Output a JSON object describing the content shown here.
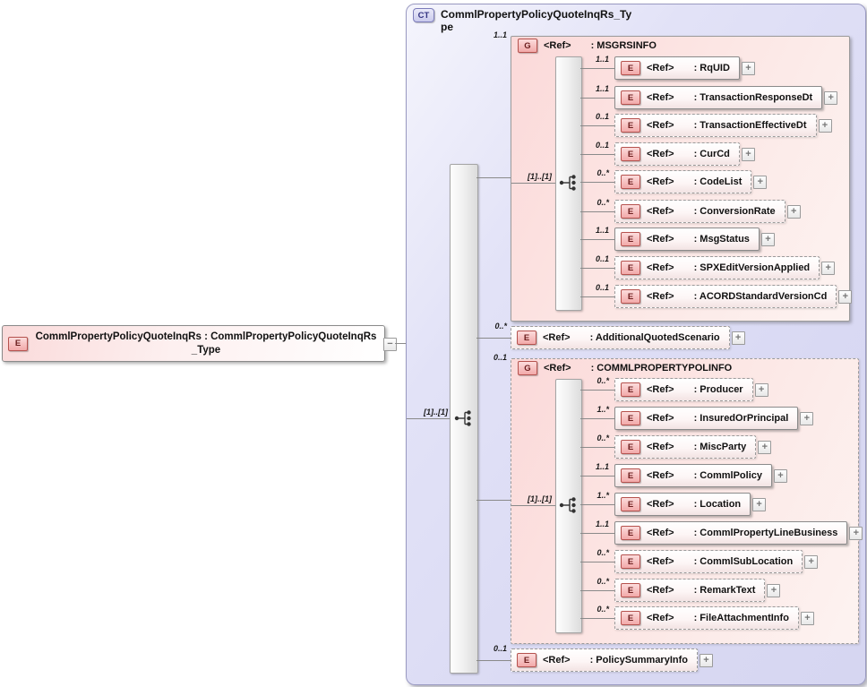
{
  "icons": {
    "expand": "+",
    "collapse": "−"
  },
  "colors": {
    "container_fill": "#d9d9f3",
    "container_border": "#9a9ac2",
    "group_fill": "#fbd9d9",
    "badge_fill": "#f2a9a9",
    "badge_border": "#b5524e",
    "ct_badge_fill": "#c9c9ec",
    "ct_badge_border": "#7c7cba",
    "connector": "#8a8a8a"
  },
  "root_element": {
    "badge": "E",
    "label": "CommlPropertyPolicyQuoteInqRs : CommlPropertyPolicyQuoteInqRs_Type"
  },
  "complex_type": {
    "badge": "CT",
    "title": "CommlPropertyPolicyQuoteInqRs_Type",
    "occurrence": "[1]..[1]",
    "children": [
      {
        "kind": "group",
        "badge": "G",
        "ref": "<Ref>",
        "name": ": MSGRSINFO",
        "cardinality": "1..1",
        "occurrence": "[1]..[1]",
        "children": [
          {
            "badge": "E",
            "ref": "<Ref>",
            "name": ": RqUID",
            "cardinality": "1..1"
          },
          {
            "badge": "E",
            "ref": "<Ref>",
            "name": ": TransactionResponseDt",
            "cardinality": "1..1"
          },
          {
            "badge": "E",
            "ref": "<Ref>",
            "name": ": TransactionEffectiveDt",
            "cardinality": "0..1"
          },
          {
            "badge": "E",
            "ref": "<Ref>",
            "name": ": CurCd",
            "cardinality": "0..1"
          },
          {
            "badge": "E",
            "ref": "<Ref>",
            "name": ": CodeList",
            "cardinality": "0..*"
          },
          {
            "badge": "E",
            "ref": "<Ref>",
            "name": ": ConversionRate",
            "cardinality": "0..*"
          },
          {
            "badge": "E",
            "ref": "<Ref>",
            "name": ": MsgStatus",
            "cardinality": "1..1"
          },
          {
            "badge": "E",
            "ref": "<Ref>",
            "name": ": SPXEditVersionApplied",
            "cardinality": "0..1"
          },
          {
            "badge": "E",
            "ref": "<Ref>",
            "name": ": ACORDStandardVersionCd",
            "cardinality": "0..1"
          }
        ]
      },
      {
        "kind": "element",
        "badge": "E",
        "ref": "<Ref>",
        "name": ": AdditionalQuotedScenario",
        "cardinality": "0..*"
      },
      {
        "kind": "group",
        "badge": "G",
        "ref": "<Ref>",
        "name": ": COMMLPROPERTYPOLINFO",
        "cardinality": "0..1",
        "occurrence": "[1]..[1]",
        "children": [
          {
            "badge": "E",
            "ref": "<Ref>",
            "name": ": Producer",
            "cardinality": "0..*"
          },
          {
            "badge": "E",
            "ref": "<Ref>",
            "name": ": InsuredOrPrincipal",
            "cardinality": "1..*"
          },
          {
            "badge": "E",
            "ref": "<Ref>",
            "name": ": MiscParty",
            "cardinality": "0..*"
          },
          {
            "badge": "E",
            "ref": "<Ref>",
            "name": ": CommlPolicy",
            "cardinality": "1..1"
          },
          {
            "badge": "E",
            "ref": "<Ref>",
            "name": ": Location",
            "cardinality": "1..*"
          },
          {
            "badge": "E",
            "ref": "<Ref>",
            "name": ": CommlPropertyLineBusiness",
            "cardinality": "1..1"
          },
          {
            "badge": "E",
            "ref": "<Ref>",
            "name": ": CommlSubLocation",
            "cardinality": "0..*"
          },
          {
            "badge": "E",
            "ref": "<Ref>",
            "name": ": RemarkText",
            "cardinality": "0..*"
          },
          {
            "badge": "E",
            "ref": "<Ref>",
            "name": ": FileAttachmentInfo",
            "cardinality": "0..*"
          }
        ]
      },
      {
        "kind": "element",
        "badge": "E",
        "ref": "<Ref>",
        "name": ": PolicySummaryInfo",
        "cardinality": "0..1"
      }
    ]
  }
}
